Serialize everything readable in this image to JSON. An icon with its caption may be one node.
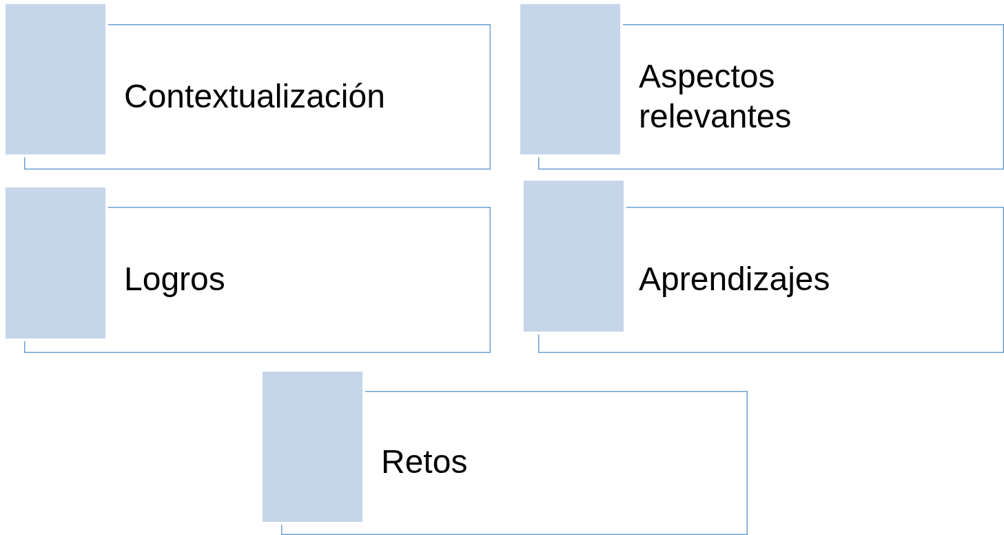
{
  "diagram": {
    "nodes": [
      {
        "text": [
          "Contextualización"
        ]
      },
      {
        "text": [
          "Aspectos relevantes"
        ]
      },
      {
        "text": [
          "Logros"
        ]
      },
      {
        "text": [
          "Aprendizajes"
        ]
      },
      {
        "text": [
          "Retos"
        ]
      }
    ]
  }
}
